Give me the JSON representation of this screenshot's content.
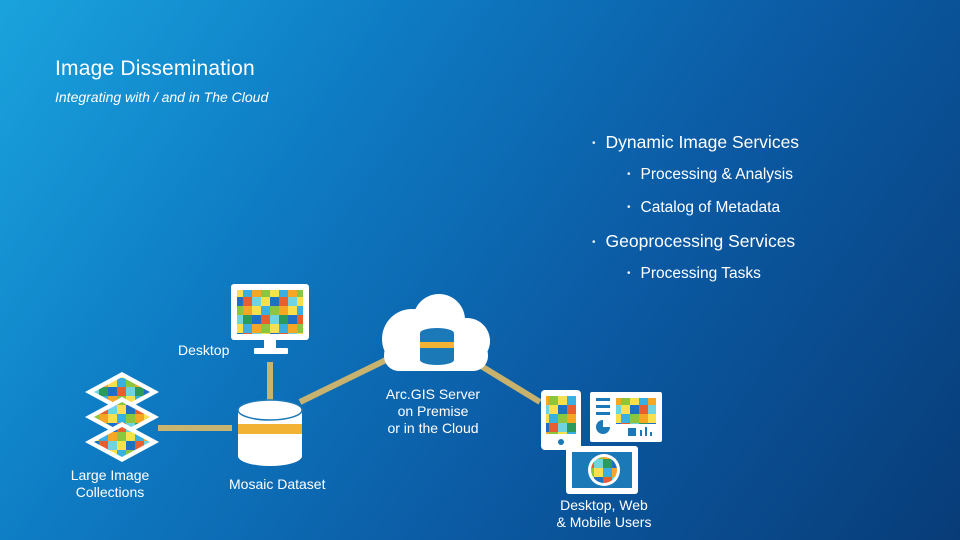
{
  "slide": {
    "title": "Image Dissemination",
    "subtitle": "Integrating with / and in The Cloud"
  },
  "services": [
    {
      "label": "Dynamic Image Services",
      "sub": [
        "Processing & Analysis",
        "Catalog of Metadata"
      ]
    },
    {
      "label": "Geoprocessing Services",
      "sub": [
        "Processing Tasks"
      ]
    }
  ],
  "nodes": {
    "desktop": "Desktop",
    "server": [
      "Arc.GIS Server",
      "on Premise",
      "or in the Cloud"
    ],
    "collections": [
      "Large Image",
      "Collections"
    ],
    "mosaic": "Mosaic Dataset",
    "users": [
      "Desktop, Web",
      "& Mobile Users"
    ]
  },
  "colors": {
    "accent": "#f2b233",
    "connector": "#e8c063",
    "tile_palette": [
      "#f5a623",
      "#f7e04b",
      "#8cc63f",
      "#3ab0e2",
      "#1f6fc4",
      "#e85f2f",
      "#6fd3e0",
      "#2c9a5a"
    ]
  }
}
